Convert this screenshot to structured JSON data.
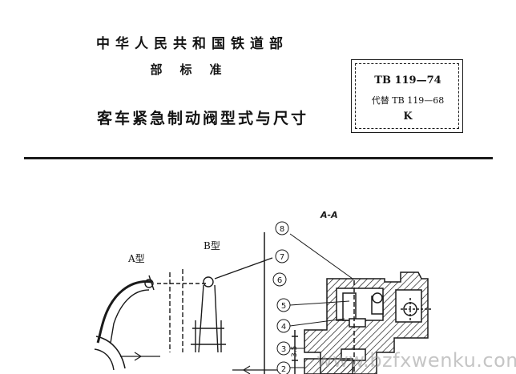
{
  "header": {
    "ministry": "中华人民共和国铁道部",
    "standard_type": "部标准",
    "title": "客车紧急制动阀型式与尺寸"
  },
  "code_box": {
    "code": "TB 119—74",
    "replaces": "代替 TB 119—68",
    "class_letter": "K"
  },
  "drawing": {
    "type_a_label": "A型",
    "type_b_label": "B型",
    "section_label": "A-A",
    "dimension_text": "3.5",
    "callouts": [
      "8",
      "7",
      "6",
      "5",
      "4",
      "3",
      "2"
    ]
  },
  "watermark": "www.bzfxwenku.com"
}
